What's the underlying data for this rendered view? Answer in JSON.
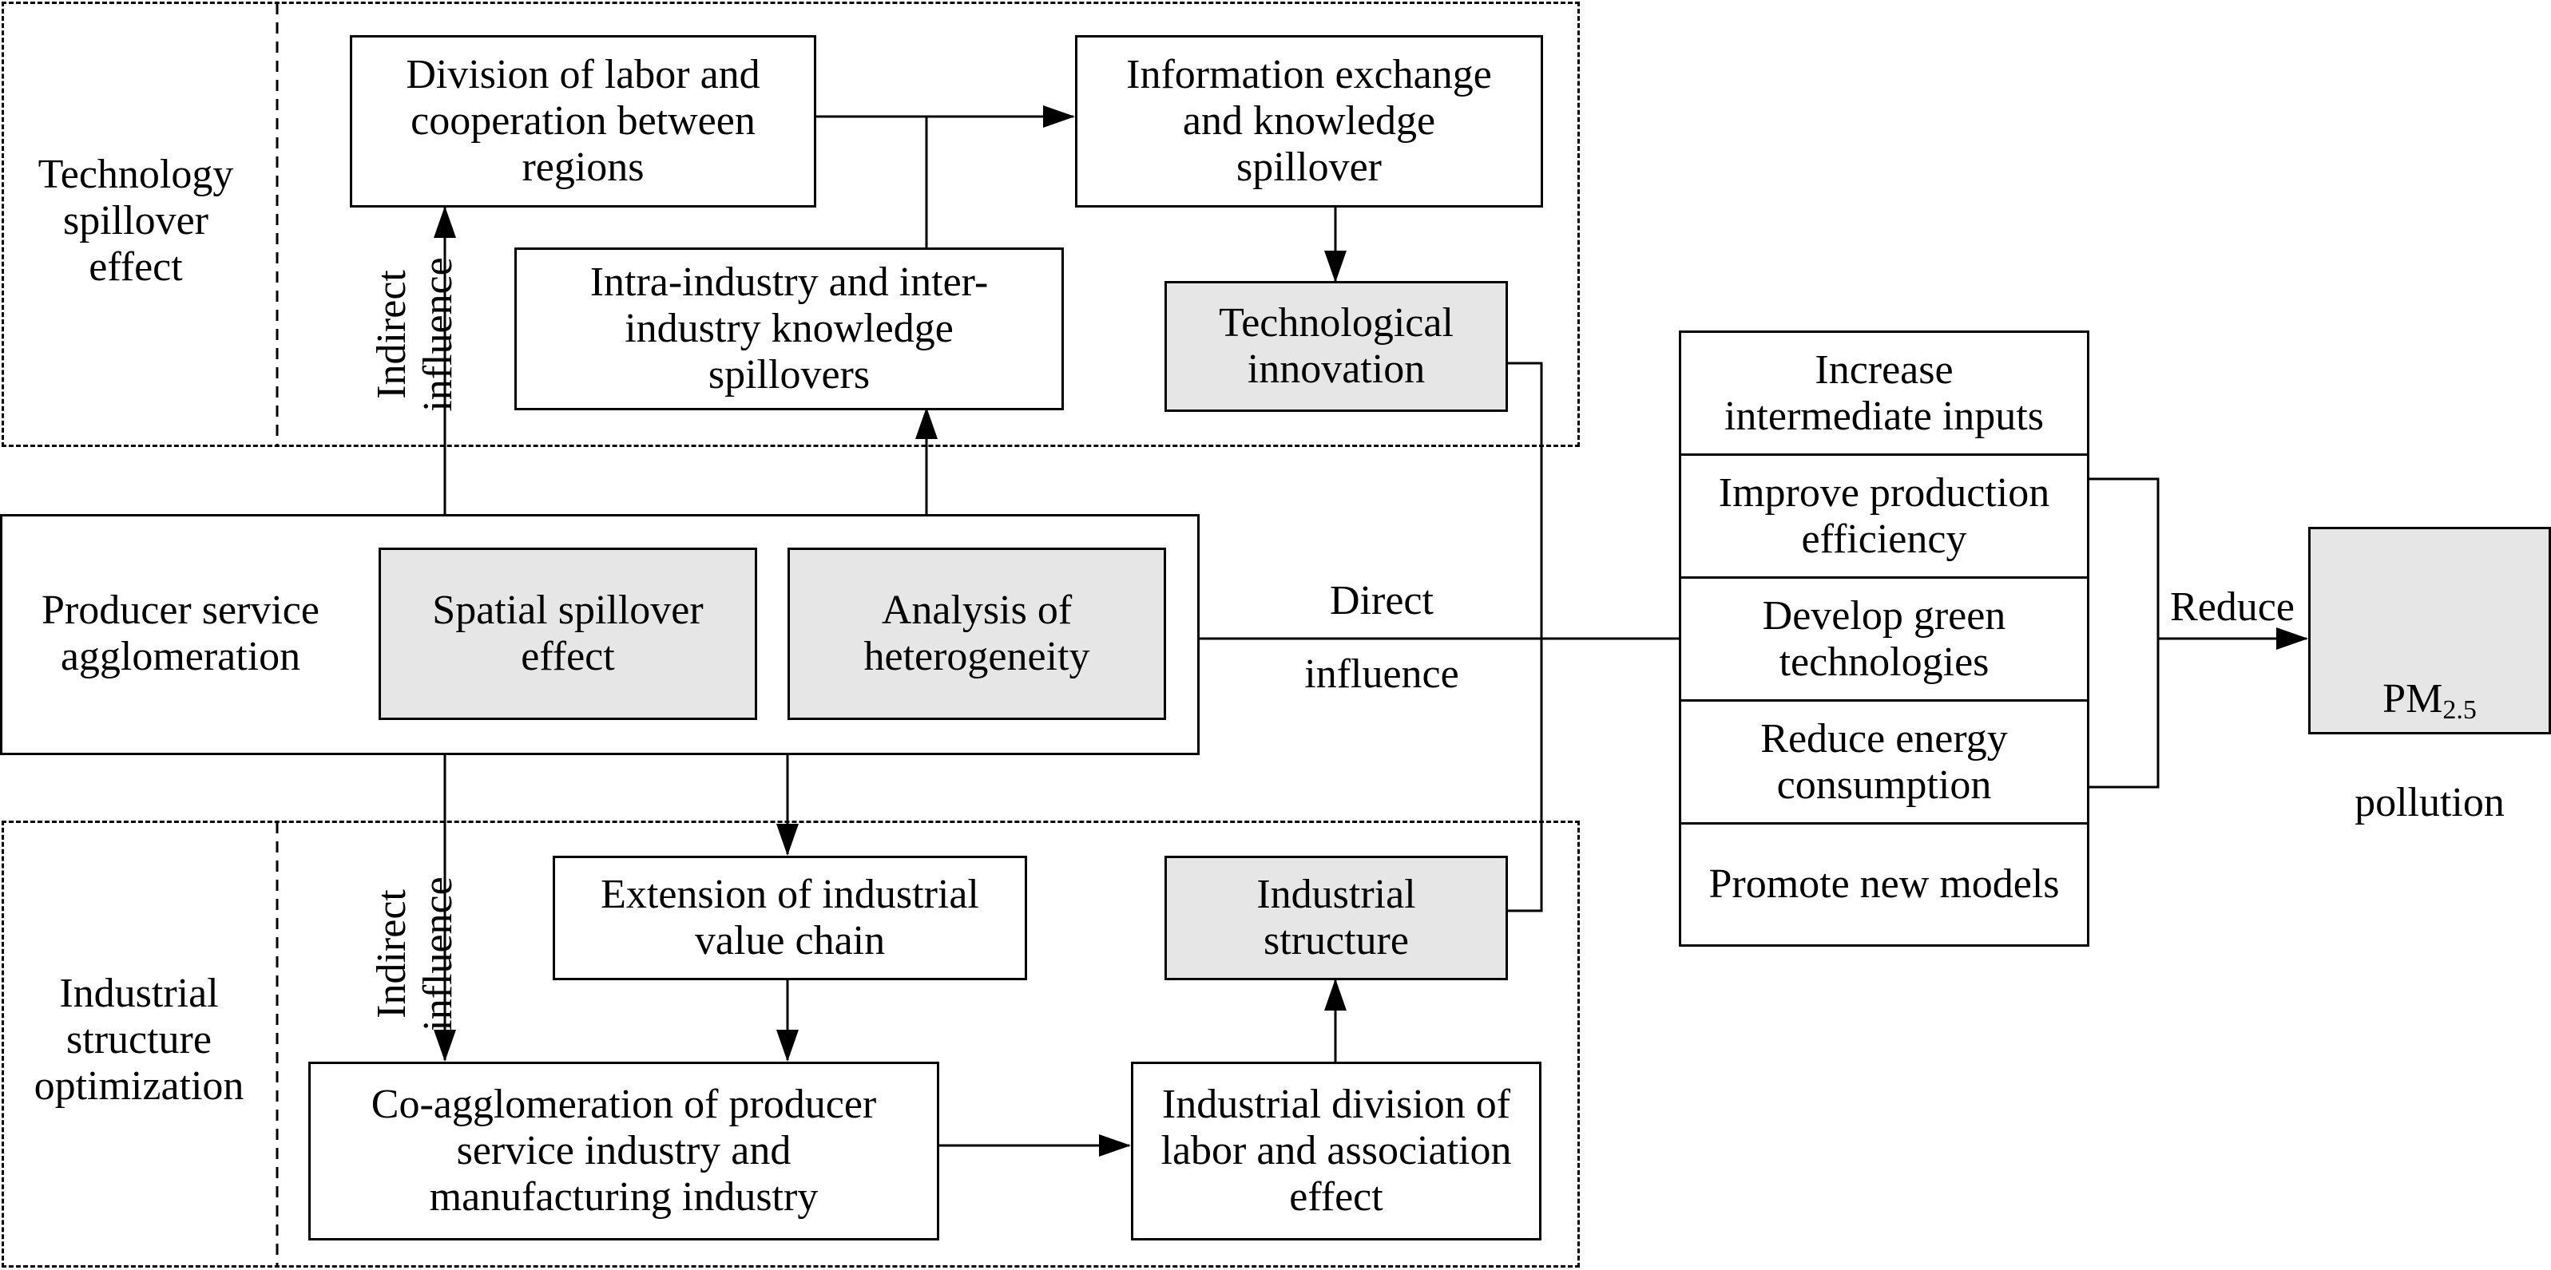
{
  "sections": {
    "tech_spillover": "Technology\nspillover\neffect",
    "industrial_opt": "Industrial\nstructure\noptimization"
  },
  "boxes": {
    "division_of_labor": "Division of labor and\ncooperation between\nregions",
    "info_exchange": "Information exchange\nand knowledge\nspillover",
    "intra_inter_industry": "Intra-industry and inter-\nindustry knowledge\nspillovers",
    "tech_innovation": "Technological\ninnovation",
    "producer_service": "Producer service\nagglomeration",
    "spatial_spillover": "Spatial spillover\neffect",
    "heterogeneity": "Analysis of\nheterogeneity",
    "value_chain": "Extension of industrial\nvalue chain",
    "industrial_structure": "Industrial\nstructure",
    "co_agglomeration": "Co-agglomeration of producer\nservice industry and\nmanufacturing industry",
    "industrial_division": "Industrial division of\nlabor and association\neffect",
    "pm25_main": "PM",
    "pm25_sub": "2.5",
    "pm25_rest": "pollution"
  },
  "effects": [
    "Increase\nintermediate inputs",
    "Improve production\nefficiency",
    "Develop green\ntechnologies",
    "Reduce energy\nconsumption",
    "Promote new models"
  ],
  "edge_labels": {
    "indirect_top": "Indirect\ninfluence",
    "indirect_bottom": "Indirect\ninfluence",
    "direct_1": "Direct",
    "direct_2": "influence",
    "reduce": "Reduce"
  }
}
